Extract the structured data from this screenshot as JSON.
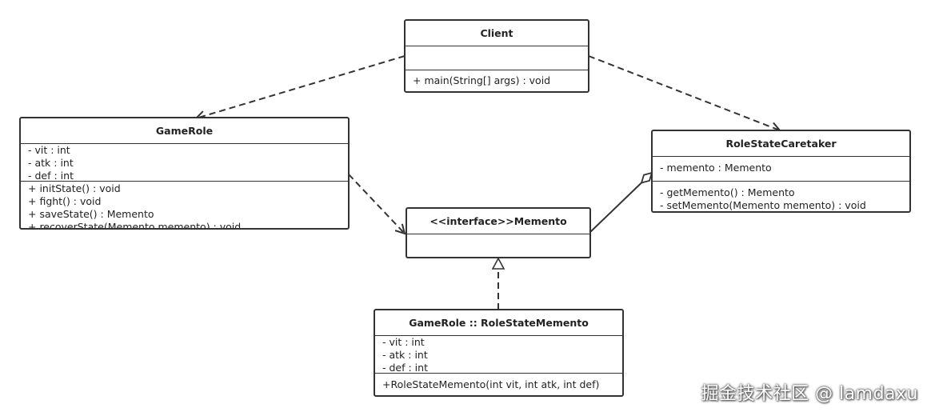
{
  "classes": {
    "client": {
      "name": "Client",
      "attributes": [],
      "operations": [
        "+ main(String[] args) : void"
      ]
    },
    "game_role": {
      "name": "GameRole",
      "attributes": [
        "- vit : int",
        "- atk : int",
        "- def : int"
      ],
      "operations": [
        "+ initState() : void",
        "+ fight() : void",
        "+ saveState() : Memento",
        "+ recoverState(Memento    memento) : void"
      ]
    },
    "role_state_caretaker": {
      "name": "RoleStateCaretaker",
      "attributes": [
        "- memento : Memento"
      ],
      "operations": [
        "- getMemento() : Memento",
        "- setMemento(Memento memento) : void"
      ]
    },
    "memento": {
      "name": "<<interface>>Memento",
      "attributes": [],
      "operations": []
    },
    "role_state_memento": {
      "name": "GameRole :: RoleStateMemento",
      "attributes": [
        "- vit : int",
        "- atk : int",
        "- def : int"
      ],
      "operations": [
        "+RoleStateMemento(int vit, int atk, int def)"
      ]
    }
  },
  "relations": [
    {
      "from": "Client",
      "to": "GameRole",
      "type": "dependency"
    },
    {
      "from": "Client",
      "to": "RoleStateCaretaker",
      "type": "dependency"
    },
    {
      "from": "GameRole",
      "to": "<<interface>>Memento",
      "type": "dependency"
    },
    {
      "from": "RoleStateCaretaker",
      "to": "<<interface>>Memento",
      "type": "aggregation"
    },
    {
      "from": "GameRole :: RoleStateMemento",
      "to": "<<interface>>Memento",
      "type": "realization"
    }
  ],
  "watermark": "掘金技术社区 @ lamdaxu",
  "colors": {
    "line": "#333333",
    "background": "#ffffff"
  }
}
